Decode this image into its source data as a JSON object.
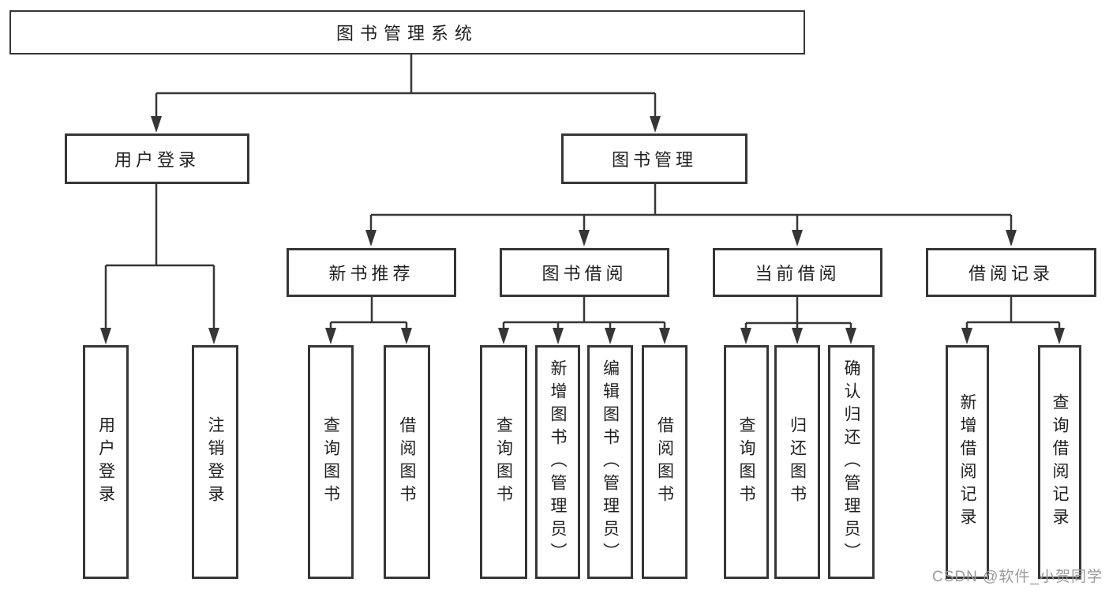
{
  "tree": {
    "root": "图书管理系统",
    "branches": [
      {
        "label": "用户登录",
        "children": [
          {
            "label": "用户登录"
          },
          {
            "label": "注销登录"
          }
        ]
      },
      {
        "label": "图书管理",
        "children": [
          {
            "label": "新书推荐",
            "children": [
              {
                "label": "查询图书"
              },
              {
                "label": "借阅图书"
              }
            ]
          },
          {
            "label": "图书借阅",
            "children": [
              {
                "label": "查询图书"
              },
              {
                "label": "新增图书（管理员）"
              },
              {
                "label": "编辑图书（管理员）"
              },
              {
                "label": "借阅图书"
              }
            ]
          },
          {
            "label": "当前借阅",
            "children": [
              {
                "label": "查询图书"
              },
              {
                "label": "归还图书"
              },
              {
                "label": "确认归还（管理员）"
              }
            ]
          },
          {
            "label": "借阅记录",
            "children": [
              {
                "label": "新增借阅记录"
              },
              {
                "label": "查询借阅记录"
              }
            ]
          }
        ]
      }
    ]
  },
  "watermark": {
    "text": "CSDN @软件_小贺同学"
  },
  "colors": {
    "line": "#363636",
    "text": "#1f1f1f",
    "watermark": "#9b9b9b",
    "background": "#ffffff"
  }
}
